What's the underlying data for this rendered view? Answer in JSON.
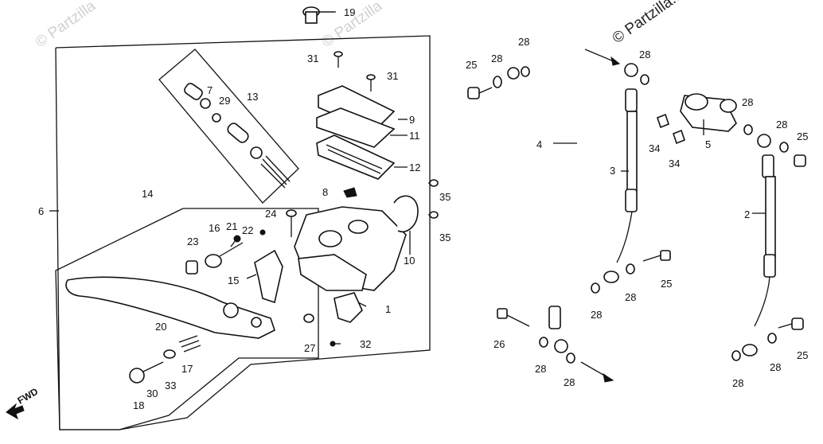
{
  "watermarks": {
    "copyright_main": "© Partzilla.com",
    "copyright_faint": "© Partzilla"
  },
  "fwd_label": "FWD",
  "labels": {
    "p1": "1",
    "p2": "2",
    "p3": "3",
    "p4": "4",
    "p5": "5",
    "p6": "6",
    "p8": "8",
    "p9": "9",
    "p10": "10",
    "p11": "11",
    "p12": "12",
    "p13": "13",
    "p14": "14",
    "p15": "15",
    "p16": "16",
    "p17": "17",
    "p18": "18",
    "p19": "19",
    "p20": "20",
    "p21": "21",
    "p22": "22",
    "p23": "23",
    "p24": "24",
    "p25": "25",
    "p26": "26",
    "p27": "27",
    "p28": "28",
    "p29": "29",
    "p30": "30",
    "p31": "31",
    "p32": "32",
    "p33": "33",
    "p34": "34",
    "p35": "35",
    "p7": "7"
  }
}
